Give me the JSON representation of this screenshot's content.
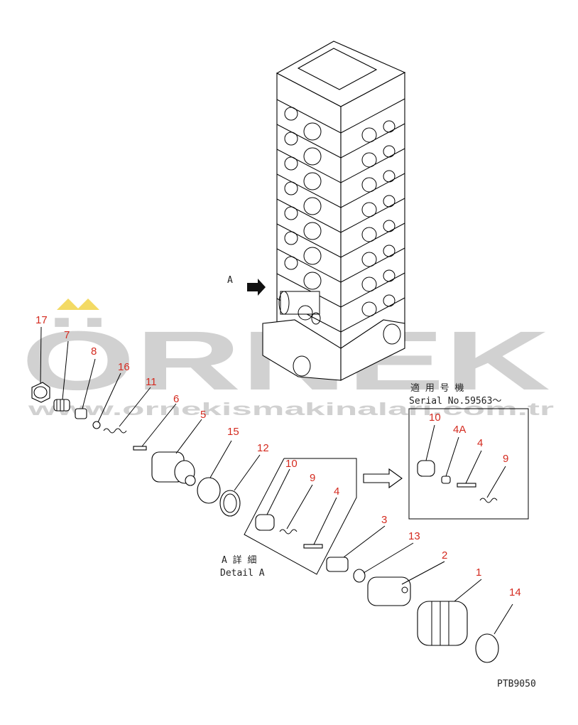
{
  "drawing_code": "PTB9050",
  "marker_A": "A",
  "detail_label_jp": "A 詳 細",
  "detail_label_en": "Detail A",
  "serial_label_jp": "適 用 号 機",
  "serial_label_en": "Serial No.59563～",
  "watermark": {
    "logo": "ÖRNEK",
    "url": "www.ornekismakinalari.com.tr",
    "accent_color": "#f2d44a",
    "logo_color": "#c9c9c9"
  },
  "part_numbers": [
    "17",
    "7",
    "8",
    "16",
    "11",
    "6",
    "5",
    "15",
    "12",
    "10",
    "9",
    "4",
    "3",
    "13",
    "2",
    "1",
    "14"
  ],
  "inset_part_numbers": [
    "10",
    "4A",
    "4",
    "9"
  ],
  "colors": {
    "callout": "#d42a1f",
    "line": "#000000"
  }
}
